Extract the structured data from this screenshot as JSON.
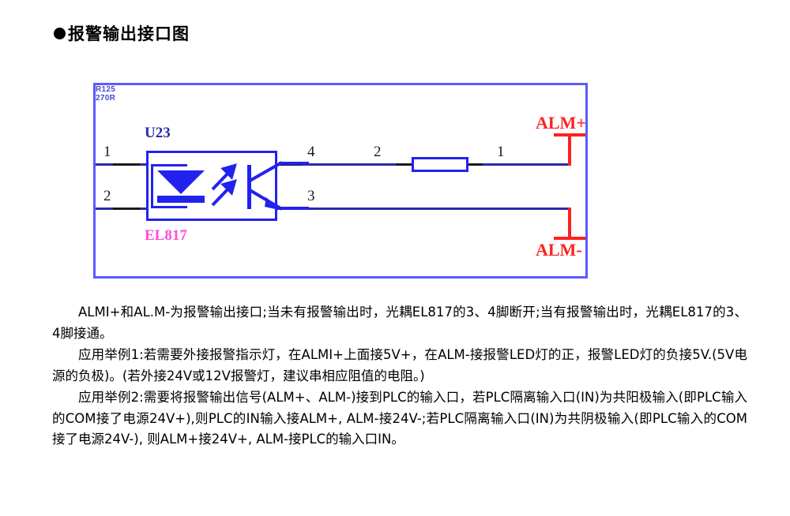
{
  "title": {
    "bullet_icon": "filled-circle",
    "text": "报警输出接口图"
  },
  "schematic": {
    "optocoupler": {
      "designator": "U23",
      "part_number": "EL817",
      "pins": {
        "left_top": "1",
        "left_bottom": "2",
        "right_top": "4",
        "right_bottom": "3"
      }
    },
    "resistor": {
      "designator": "R125",
      "value": "270R",
      "pin_left": "2",
      "pin_right": "1"
    },
    "terminals": {
      "positive": "ALM+",
      "negative": "ALM-"
    },
    "colors": {
      "frame": "#5b5bff",
      "wire": "#2a2aa8",
      "component": "#2222ee",
      "terminal": "#ff2020",
      "part_label": "#ff4ddb",
      "designator": "#2a2aa8"
    }
  },
  "paragraphs": [
    "ALMI+和AL.M-为报警输出接口;当未有报警输出时，光耦EL817的3、4脚断开;当有报警输出时，光耦EL817的3、4脚接通。",
    "应用举例1:若需要外接报警指示灯，在ALMI+上面接5V+，在ALM-接报警LED灯的正，报警LED灯的负接5V.(5V电源的负极)。(若外接24V或12V报警灯，建议串相应阻值的电阻。)",
    "应用举例2:需要将报警输出信号(ALM+、ALM-)接到PLC的输入口，若PLC隔离输入口(IN)为共阳极输入(即PLC输入的COM接了电源24V+),则PLC的IN输入接ALM+, ALM-接24V-;若PLC隔离输入口(IN)为共阴极输入(即PLC输入的COM接了电源24V-), 则ALM+接24V+, ALM-接PLC的输入口IN。"
  ]
}
